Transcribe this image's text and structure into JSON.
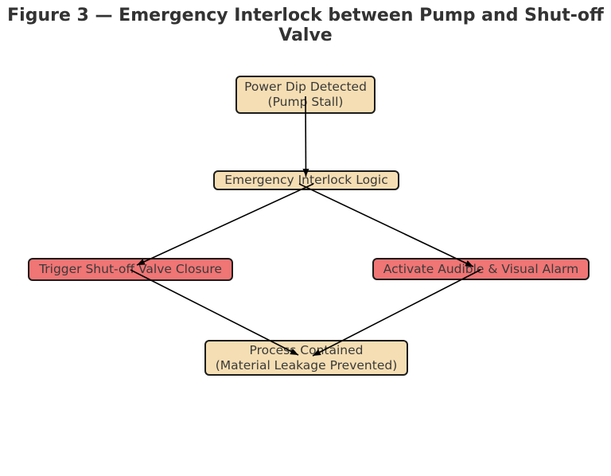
{
  "title": "Figure 3 — Emergency Interlock between Pump and Shut-off Valve",
  "colors": {
    "background": "#ffffff",
    "title_text": "#333333",
    "node_text": "#3a3a3a",
    "node_border": "#1c1c1c",
    "state_fill": "#f5deb3",
    "action_fill": "#f07575",
    "arrow": "#000000"
  },
  "diagram": {
    "type": "flowchart",
    "nodes": [
      {
        "id": "power-dip",
        "line1": "Power Dip Detected",
        "line2": "(Pump Stall)",
        "kind": "state"
      },
      {
        "id": "interlock-logic",
        "line1": "Emergency Interlock Logic",
        "line2": "",
        "kind": "state"
      },
      {
        "id": "valve-closure",
        "line1": "Trigger Shut-off Valve Closure",
        "line2": "",
        "kind": "action"
      },
      {
        "id": "alarm",
        "line1": "Activate Audible & Visual Alarm",
        "line2": "",
        "kind": "action"
      },
      {
        "id": "contained",
        "line1": "Process Contained",
        "line2": "(Material Leakage Prevented)",
        "kind": "state"
      }
    ],
    "edges": [
      {
        "from": "power-dip",
        "to": "interlock-logic"
      },
      {
        "from": "interlock-logic",
        "to": "valve-closure"
      },
      {
        "from": "interlock-logic",
        "to": "alarm"
      },
      {
        "from": "valve-closure",
        "to": "contained"
      },
      {
        "from": "alarm",
        "to": "contained"
      }
    ]
  }
}
